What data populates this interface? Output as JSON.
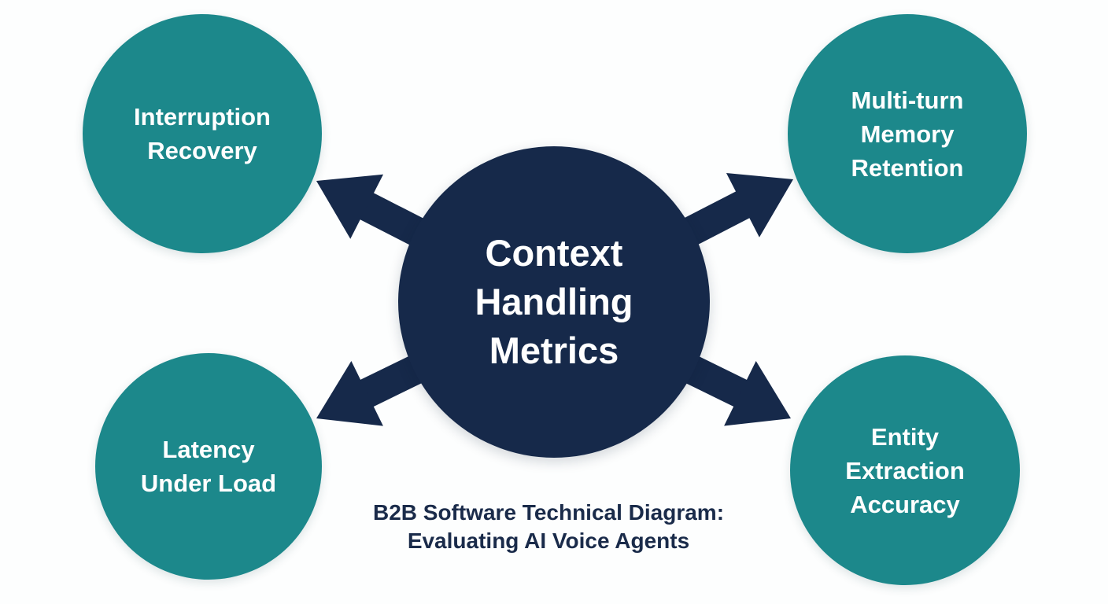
{
  "diagram": {
    "title": "Context Handling Metrics",
    "center_node": {
      "label": "Context Handling Metrics",
      "lines": [
        "Context",
        "Handling",
        "Metrics"
      ]
    },
    "nodes": {
      "top_left": {
        "label": "Interruption Recovery",
        "lines": [
          "Interruption",
          "Recovery"
        ]
      },
      "top_right": {
        "label": "Multi-turn Memory Retention",
        "lines": [
          "Multi-turn",
          "Memory",
          "Retention"
        ]
      },
      "bottom_left": {
        "label": "Latency Under Load",
        "lines": [
          "Latency",
          "Under Load"
        ]
      },
      "bottom_right": {
        "label": "Entity Extraction Accuracy",
        "lines": [
          "Entity",
          "Extraction",
          "Accuracy"
        ]
      }
    },
    "caption": {
      "lines": [
        "B2B Software Technical Diagram:",
        "Evaluating AI Voice Agents"
      ]
    },
    "colors": {
      "node_fill": "#1c888b",
      "center_fill": "#16294a",
      "arrow": "#16294a",
      "node_text": "#ffffff",
      "center_text": "#ffffff",
      "caption_text": "#1a2b4a",
      "background": "#fdfefe"
    }
  }
}
